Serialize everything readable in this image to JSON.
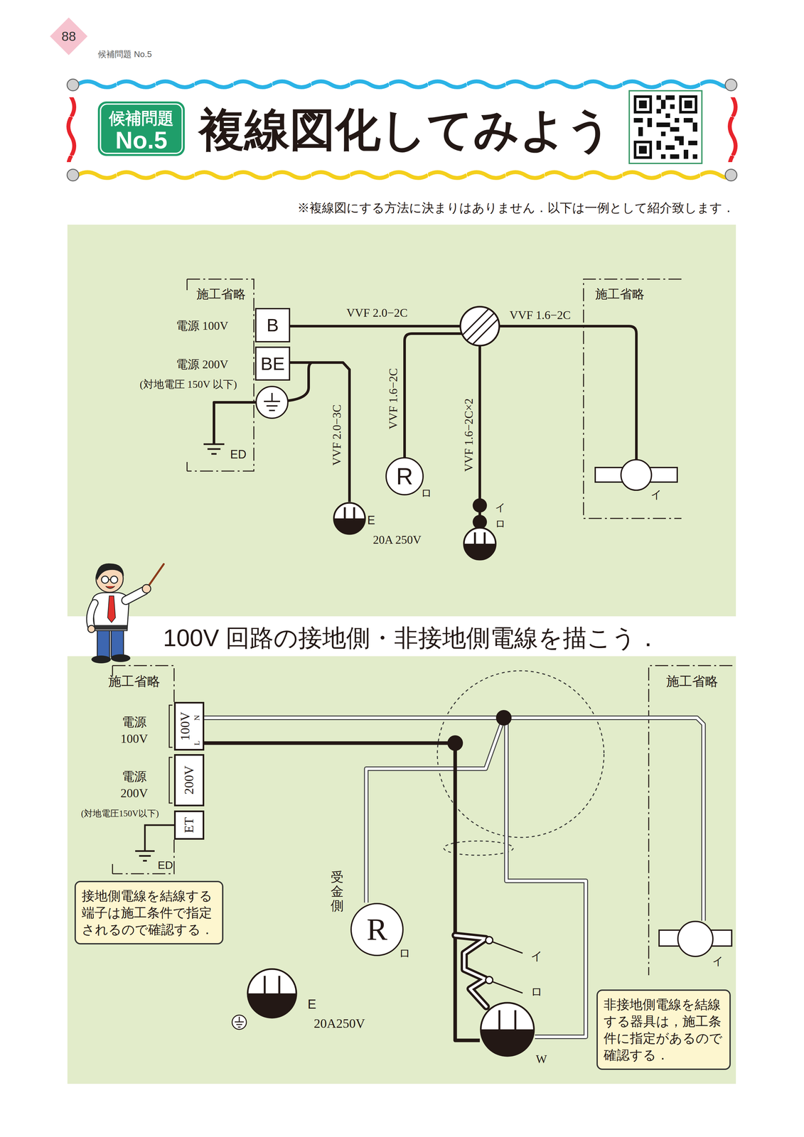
{
  "diagram": {
    "title": "複線図化してみよう",
    "nodes": [
      {
        "text": [
          "候補問題",
          "No.5"
        ]
      },
      {
        "text": [
          "88"
        ]
      },
      {
        "text": [
          "B"
        ]
      },
      {
        "text": [
          "BE"
        ]
      },
      {
        "text": [
          "R",
          "ロ"
        ]
      },
      {
        "text": [
          "E",
          "20A 250V"
        ]
      },
      {
        "text": [
          "イ"
        ]
      },
      {
        "text": [
          "100V",
          "N",
          "L"
        ]
      },
      {
        "text": [
          "200V"
        ]
      },
      {
        "text": [
          "ET"
        ]
      },
      {
        "text": [
          "接地側電線を結線する端子は施工条件で指定されるので確認する．"
        ]
      },
      {
        "text": [
          "R",
          "受金側",
          "ロ"
        ]
      },
      {
        "text": [
          "E",
          "20A250V"
        ]
      },
      {
        "text": [
          "W"
        ]
      },
      {
        "text": [
          "イ"
        ]
      },
      {
        "text": [
          "非接地側電線を結線する器具は，施工条件に指定があるので確認する．"
        ]
      }
    ],
    "edges": [
      {
        "from": 3,
        "to": 5,
        "arrow": "none"
      },
      {
        "from": 7,
        "to": 11,
        "arrow": "none"
      },
      {
        "from": 7,
        "to": 14,
        "arrow": "none"
      },
      {
        "from": 7,
        "to": 13,
        "arrow": "none"
      },
      {
        "from": 7,
        "to": 13,
        "arrow": "none"
      }
    ],
    "labels": [
      "候補問題 No.5",
      "※複線図にする方法に決まりはありません．以下は一例として紹介致します．",
      "施工省略",
      "施工省略",
      "電源 100V",
      "電源 200V",
      "(対地電圧 150V 以下)",
      "ED",
      "VVF 2.0−2C",
      "VVF 1.6−2C",
      "VVF 2.0−3C",
      "VVF 1.6−2C",
      "VVF 1.6−2C×2",
      "イ",
      "ロ",
      "100V 回路の接地側・非接地側電線を描こう．",
      "施工省略",
      "施工省略",
      "電源 100V",
      "電源 200V",
      "(対地電圧150V以下)",
      "ED",
      "イ",
      "ロ"
    ]
  }
}
